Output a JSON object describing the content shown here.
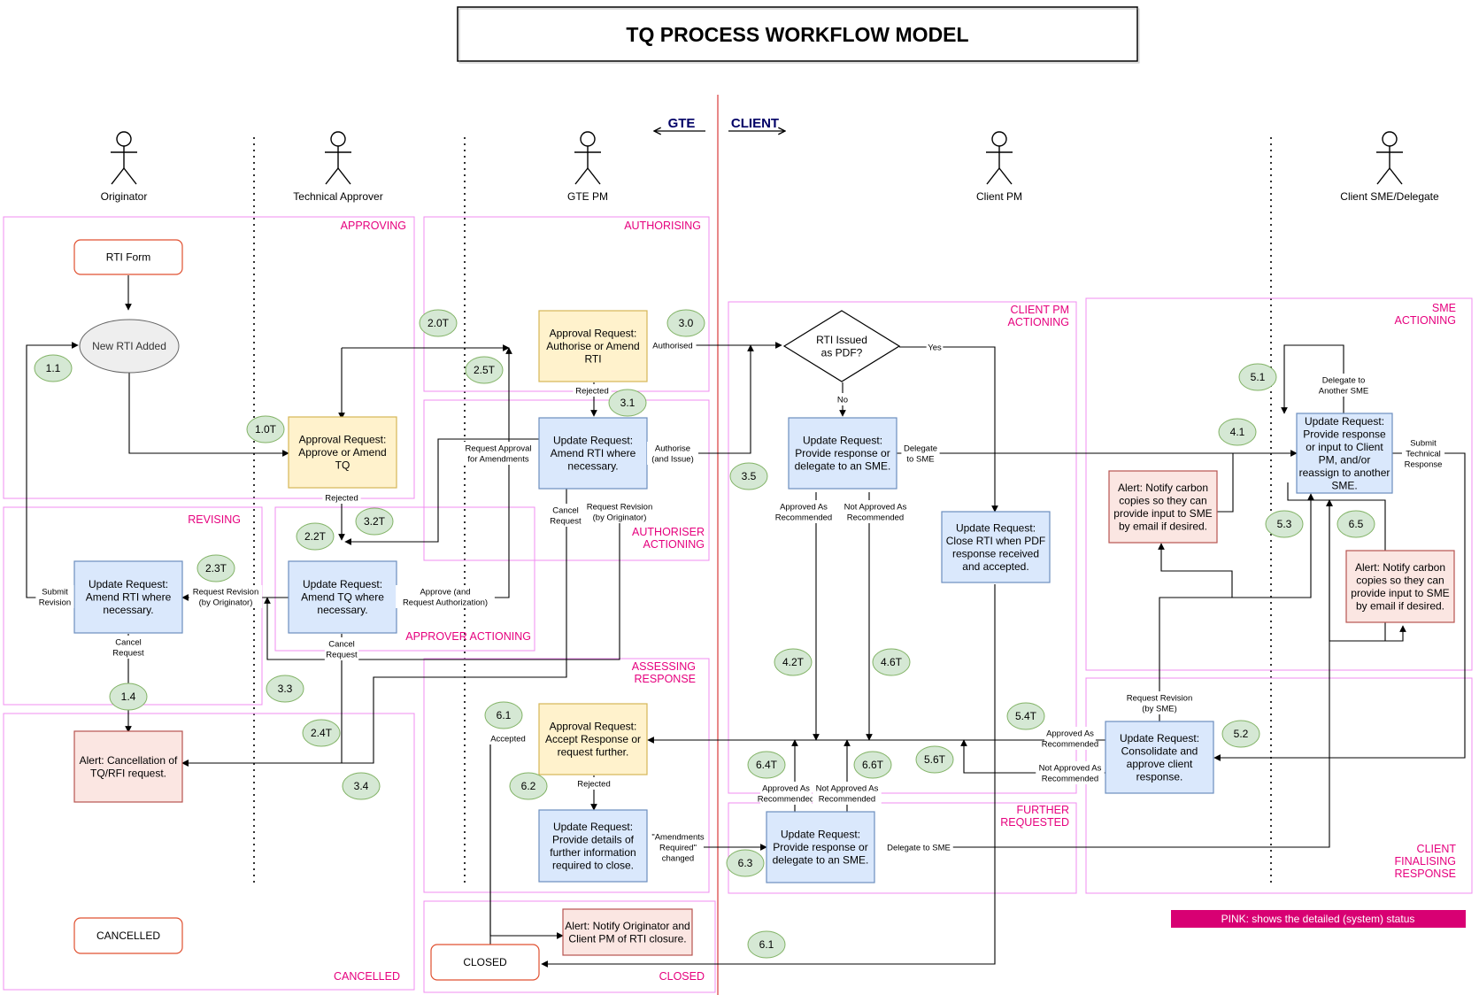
{
  "title": "TQ PROCESS WORKFLOW MODEL",
  "direction": {
    "left": "GTE",
    "right": "CLIENT"
  },
  "actors": [
    {
      "id": "a1",
      "name": "Originator"
    },
    {
      "id": "a2",
      "name": "Technical Approver"
    },
    {
      "id": "a3",
      "name": "GTE PM"
    },
    {
      "id": "a4",
      "name": "Client PM"
    },
    {
      "id": "a5",
      "name": "Client SME/Delegate"
    }
  ],
  "swimlanes": [
    {
      "id": "approving",
      "label": [
        "APPROVING"
      ]
    },
    {
      "id": "revising",
      "label": [
        "REVISING"
      ]
    },
    {
      "id": "cancelled",
      "label": [
        "CANCELLED"
      ]
    },
    {
      "id": "authorising",
      "label": [
        "AUTHORISING"
      ]
    },
    {
      "id": "authoriser-actioning",
      "label": [
        "AUTHORISER",
        "ACTIONING"
      ]
    },
    {
      "id": "approver-actioning",
      "label": [
        "APPROVER ACTIONING"
      ]
    },
    {
      "id": "assessing-response",
      "label": [
        "ASSESSING",
        "RESPONSE"
      ]
    },
    {
      "id": "closed",
      "label": [
        "CLOSED"
      ]
    },
    {
      "id": "client-pm-actioning",
      "label": [
        "CLIENT PM",
        "ACTIONING"
      ]
    },
    {
      "id": "further-requested",
      "label": [
        "FURTHER",
        "REQUESTED"
      ]
    },
    {
      "id": "sme-actioning",
      "label": [
        "SME",
        "ACTIONING"
      ]
    },
    {
      "id": "client-finalising",
      "label": [
        "CLIENT",
        "FINALISING",
        "RESPONSE"
      ]
    }
  ],
  "nodes": [
    {
      "id": "rti-form",
      "kind": "terminal",
      "lines": [
        "RTI Form"
      ]
    },
    {
      "id": "new-rti",
      "kind": "ellipse",
      "lines": [
        "New RTI Added"
      ]
    },
    {
      "id": "approval-tq",
      "kind": "yellow",
      "lines": [
        "Approval Request:",
        "Approve or Amend",
        "TQ"
      ]
    },
    {
      "id": "amend-rti-orig",
      "kind": "blue",
      "lines": [
        "Update Request:",
        "Amend RTI where",
        "necessary."
      ]
    },
    {
      "id": "amend-tq",
      "kind": "blue",
      "lines": [
        "Update Request:",
        "Amend TQ where",
        "necessary."
      ]
    },
    {
      "id": "alert-cancel",
      "kind": "alert",
      "lines": [
        "Alert: Cancellation of",
        "TQ/RFI request."
      ]
    },
    {
      "id": "cancelled",
      "kind": "terminal",
      "lines": [
        "CANCELLED"
      ]
    },
    {
      "id": "approval-rti",
      "kind": "yellow",
      "lines": [
        "Approval Request:",
        "Authorise or Amend",
        "RTI"
      ]
    },
    {
      "id": "amend-rti-gte",
      "kind": "blue",
      "lines": [
        "Update Request:",
        "Amend RTI where",
        "necessary."
      ]
    },
    {
      "id": "accept-response",
      "kind": "yellow",
      "lines": [
        "Approval Request:",
        "Accept Response or",
        "request further."
      ]
    },
    {
      "id": "provide-details",
      "kind": "blue",
      "lines": [
        "Update Request:",
        "Provide details of",
        "further information",
        "required to close."
      ]
    },
    {
      "id": "alert-closure",
      "kind": "alert",
      "lines": [
        "Alert: Notify Originator and",
        "Client PM of RTI closure."
      ]
    },
    {
      "id": "closed",
      "kind": "terminal",
      "lines": [
        "CLOSED"
      ]
    },
    {
      "id": "rti-pdf",
      "kind": "diamond",
      "lines": [
        "RTI Issued",
        "as PDF?"
      ]
    },
    {
      "id": "pm-provide",
      "kind": "blue",
      "lines": [
        "Update Request:",
        "Provide response or",
        "delegate to an SME."
      ]
    },
    {
      "id": "close-rti",
      "kind": "blue",
      "lines": [
        "Update Request:",
        "Close RTI when PDF",
        "response received",
        "and accepted."
      ]
    },
    {
      "id": "pm-provide-2",
      "kind": "blue",
      "lines": [
        "Update Request:",
        "Provide response or",
        "delegate to an SME."
      ]
    },
    {
      "id": "sme-provide",
      "kind": "blue",
      "lines": [
        "Update Request:",
        "Provide response",
        "or input to Client",
        "PM, and/or",
        "reassign to another",
        "SME."
      ]
    },
    {
      "id": "alert-cc-1",
      "kind": "alert",
      "lines": [
        "Alert: Notify carbon",
        "copies so they can",
        "provide input to SME",
        "by email if desired."
      ]
    },
    {
      "id": "alert-cc-2",
      "kind": "alert",
      "lines": [
        "Alert: Notify carbon",
        "copies so they can",
        "provide input to SME",
        "by email if desired."
      ]
    },
    {
      "id": "consolidate",
      "kind": "blue",
      "lines": [
        "Update Request:",
        "Consolidate and",
        "approve client",
        "response."
      ]
    }
  ],
  "steps": [
    "1.1",
    "1.0T",
    "1.4",
    "2.3T",
    "2.2T",
    "3.2T",
    "3.3",
    "2.4T",
    "3.4",
    "2.0T",
    "2.5T",
    "3.0",
    "3.1",
    "6.1",
    "6.2",
    "6.3",
    "3.5",
    "4.2T",
    "4.6T",
    "6.4T",
    "6.6T",
    "5.6T",
    "5.4T",
    "5.2",
    "4.1",
    "5.1",
    "5.3",
    "6.5",
    "6.1"
  ],
  "edge_labels": [
    {
      "id": "l-rejected-1",
      "lines": [
        "Rejected"
      ]
    },
    {
      "id": "l-submit-rev",
      "lines": [
        "Submit",
        "Revision"
      ]
    },
    {
      "id": "l-cancel-req-1",
      "lines": [
        "Cancel",
        "Request"
      ]
    },
    {
      "id": "l-req-rev-orig",
      "lines": [
        "Request Revision",
        "(by Originator)"
      ]
    },
    {
      "id": "l-approve-amend",
      "lines": [
        "Approve (and",
        "Request Authorization)"
      ]
    },
    {
      "id": "l-cancel-req-2",
      "lines": [
        "Cancel",
        "Request"
      ]
    },
    {
      "id": "l-req-approval",
      "lines": [
        "Request Approval",
        "for Amendments"
      ]
    },
    {
      "id": "l-authorised",
      "lines": [
        "Authorised"
      ]
    },
    {
      "id": "l-rejected-2",
      "lines": [
        "Rejected"
      ]
    },
    {
      "id": "l-authorise-issue",
      "lines": [
        "Authorise",
        "(and Issue)"
      ]
    },
    {
      "id": "l-cancel-req-3",
      "lines": [
        "Cancel",
        "Request"
      ]
    },
    {
      "id": "l-req-rev-orig-2",
      "lines": [
        "Request Revision",
        "(by Originator)"
      ]
    },
    {
      "id": "l-accepted",
      "lines": [
        "Accepted"
      ]
    },
    {
      "id": "l-rejected-3",
      "lines": [
        "Rejected"
      ]
    },
    {
      "id": "l-amend-changed",
      "lines": [
        "\"Amendments",
        "Required\"",
        "changed"
      ]
    },
    {
      "id": "l-yes",
      "lines": [
        "Yes"
      ]
    },
    {
      "id": "l-no",
      "lines": [
        "No"
      ]
    },
    {
      "id": "l-delegate-sme-1",
      "lines": [
        "Delegate",
        "to SME"
      ]
    },
    {
      "id": "l-appr-rec-1",
      "lines": [
        "Approved As",
        "Recommended"
      ]
    },
    {
      "id": "l-not-appr-rec-1",
      "lines": [
        "Not Approved As",
        "Recommended"
      ]
    },
    {
      "id": "l-appr-rec-2",
      "lines": [
        "Approved As",
        "Recommended"
      ]
    },
    {
      "id": "l-not-appr-rec-2",
      "lines": [
        "Not Approved As",
        "Recommended"
      ]
    },
    {
      "id": "l-delegate-sme-2",
      "lines": [
        "Delegate to SME"
      ]
    },
    {
      "id": "l-delegate-another",
      "lines": [
        "Delegate to",
        "Another SME"
      ]
    },
    {
      "id": "l-submit-tech",
      "lines": [
        "Submit",
        "Technical",
        "Response"
      ]
    },
    {
      "id": "l-req-rev-sme",
      "lines": [
        "Request Revision",
        "(by SME)"
      ]
    },
    {
      "id": "l-appr-rec-3",
      "lines": [
        "Approved As",
        "Recommended"
      ]
    },
    {
      "id": "l-not-appr-rec-3",
      "lines": [
        "Not Approved As",
        "Recommended"
      ]
    }
  ],
  "legend": "PINK: shows the detailed (system) status",
  "colors": {
    "swimlane": "#f08cf0",
    "lane_label": "#e6007e",
    "divider": "#e06060",
    "yellow_fill": "#fff2cc",
    "yellow_stroke": "#d6b656",
    "blue_fill": "#dae8fc",
    "blue_stroke": "#6c8ebf",
    "alert_fill": "#fbe6e2",
    "alert_stroke": "#b85450",
    "terminal_stroke": "#e05030",
    "ellipse_fill": "#eeeeee",
    "badge_fill": "#d5e8d4",
    "badge_stroke": "#82b366",
    "legend_fill": "#d80073",
    "dir_text": "#000066"
  }
}
